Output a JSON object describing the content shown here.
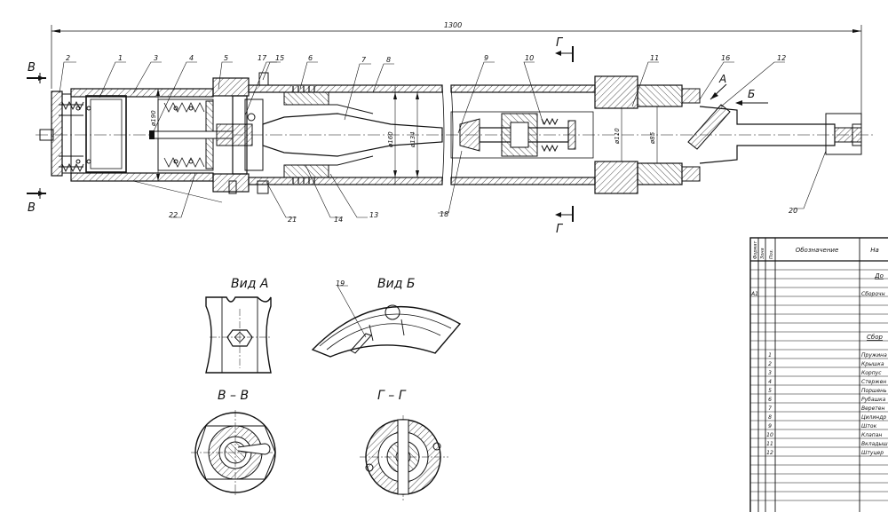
{
  "dimension_overall": "1300",
  "dimensions": {
    "d190": "ø190",
    "d160": "ø160",
    "d134": "ø134",
    "d110": "ø110",
    "d85": "ø85"
  },
  "section_letters": {
    "g_top": "Г",
    "g_bottom": "Г",
    "v_top": "В",
    "v_bottom": "В",
    "a": "А",
    "b": "Б"
  },
  "callouts": [
    "1",
    "2",
    "3",
    "4",
    "5",
    "6",
    "7",
    "8",
    "9",
    "10",
    "11",
    "12",
    "13",
    "14",
    "15",
    "16",
    "17",
    "18",
    "19",
    "20",
    "21",
    "22"
  ],
  "views": {
    "vid_a": "Вид А",
    "vid_b": "Вид Б",
    "section_vv": "В – В",
    "section_gg": "Г – Г"
  },
  "spec_table": {
    "header_format": "Формат",
    "header_zone": "Зона",
    "header_pos": "Поз.",
    "header_designation": "Обозначение",
    "header_name": "На",
    "section_docs": "До",
    "a1_format": "А1",
    "assembly_drawing": "Сборочн",
    "section_assembly": "Сбор",
    "rows": [
      {
        "pos": "1",
        "name": "Пружина"
      },
      {
        "pos": "2",
        "name": "Крышка"
      },
      {
        "pos": "3",
        "name": "Корпус"
      },
      {
        "pos": "4",
        "name": "Стержен"
      },
      {
        "pos": "5",
        "name": "Поршень"
      },
      {
        "pos": "6",
        "name": "Рубашка"
      },
      {
        "pos": "7",
        "name": "Веретен"
      },
      {
        "pos": "8",
        "name": "Цилиндр"
      },
      {
        "pos": "9",
        "name": "Шток"
      },
      {
        "pos": "10",
        "name": "Клапан"
      },
      {
        "pos": "11",
        "name": "Вкладыш"
      },
      {
        "pos": "12",
        "name": "Штуцер"
      }
    ]
  }
}
